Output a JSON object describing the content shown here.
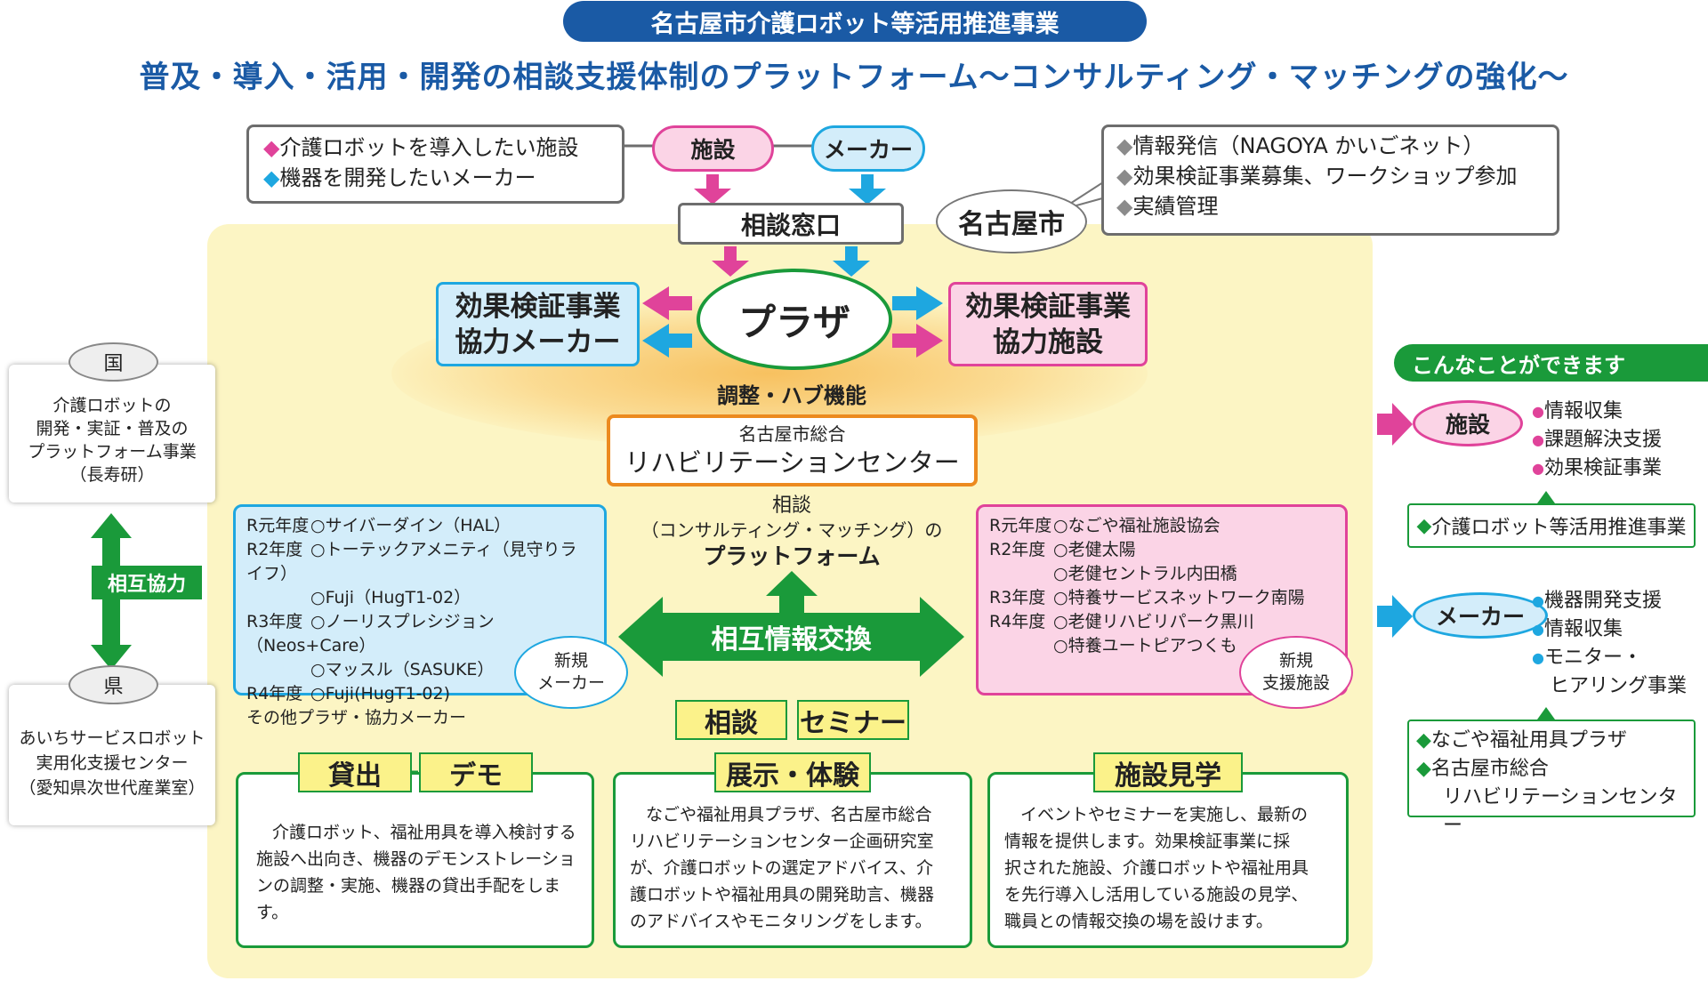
{
  "header": {
    "banner": "名古屋市介護ロボット等活用推進事業",
    "subtitle": "普及・導入・活用・開発の相談支援体制のプラットフォーム〜コンサルティング・マッチングの強化〜"
  },
  "top_left_box": {
    "items": [
      "介護ロボットを導入したい施設",
      "機器を開発したいメーカー"
    ]
  },
  "pills": {
    "facility": "施設",
    "maker": "メーカー"
  },
  "consult_window": "相談窓口",
  "nagoya_city": {
    "label": "名古屋市",
    "items": [
      "情報発信（NAGOYA かいごネット）",
      "効果検証事業募集、ワークショップ参加",
      "実績管理"
    ]
  },
  "plaza": "プラザ",
  "left_partner": [
    "効果検証事業",
    "協力メーカー"
  ],
  "right_partner": [
    "効果検証事業",
    "協力施設"
  ],
  "hub_label": "調整・ハブ機能",
  "rehab_center": {
    "line1": "名古屋市総合",
    "line2": "リハビリテーションセンター"
  },
  "platform": {
    "line1": "相談",
    "line2": "（コンサルティング・マッチング）の",
    "line3": "プラットフォーム"
  },
  "info_exchange": "相互情報交換",
  "maker_list": {
    "rows": [
      {
        "year": "R元年度",
        "text": "○サイバーダイン（HAL）"
      },
      {
        "year": "R2年度",
        "text": "○トーテックアメニティ（見守りライフ）"
      },
      {
        "year": "",
        "text": "○Fuji（HugT1-02）"
      },
      {
        "year": "R3年度",
        "text": "○ノーリスプレシジョン（Neos+Care）"
      },
      {
        "year": "",
        "text": "○マッスル（SASUKE）"
      },
      {
        "year": "R4年度",
        "text": "○Fuji(HugT1-02)"
      },
      {
        "year": "",
        "text": "その他プラザ・協力メーカー"
      }
    ],
    "tag": [
      "新規",
      "メーカー"
    ]
  },
  "facility_list": {
    "rows": [
      {
        "year": "R元年度",
        "text": "○なごや福祉施設協会"
      },
      {
        "year": "R2年度",
        "text": "○老健太陽"
      },
      {
        "year": "",
        "text": "○老健セントラル内田橋"
      },
      {
        "year": "R3年度",
        "text": "○特養サービスネットワーク南陽"
      },
      {
        "year": "R4年度",
        "text": "○老健リハビリパーク黒川"
      },
      {
        "year": "",
        "text": "○特養ユートピアつくも"
      }
    ],
    "tag": [
      "新規",
      "支援施設"
    ]
  },
  "national": {
    "badge": "国",
    "lines": [
      "介護ロボットの",
      "開発・実証・普及の",
      "プラットフォーム事業",
      "（長寿研）"
    ]
  },
  "mutual": "相互協力",
  "prefecture": {
    "badge": "県",
    "lines": [
      "あいちサービスロボット",
      "実用化支援センター",
      "（愛知県次世代産業室）"
    ]
  },
  "labels": {
    "consult": "相談",
    "seminar": "セミナー",
    "lend": "貸出",
    "demo": "デモ",
    "exhibit": "展示・体験",
    "visit": "施設見学"
  },
  "desc_lend": [
    "介護ロボット、福祉用具を導入検討する",
    "施設へ出向き、機器のデモンストレーショ",
    "ンの調整・実施、機器の貸出手配をします。"
  ],
  "desc_exhibit": [
    "なごや福祉用具プラザ、名古屋市総合",
    "リハビリテーションセンター企画研究室",
    "が、介護ロボットの選定アドバイス、介",
    "護ロボットや福祉用具の開発助言、機器",
    "のアドバイスやモニタリングをします。"
  ],
  "desc_visit": [
    "イベントやセミナーを実施し、最新の",
    "情報を提供します。効果検証事業に採",
    "択された施設、介護ロボットや福祉用具",
    "を先行導入し活用している施設の見学、",
    "職員との情報交換の場を設けます。"
  ],
  "right_panel": {
    "header": "こんなことができます",
    "facility_label": "施設",
    "facility_items": [
      "情報収集",
      "課題解決支援",
      "効果検証事業"
    ],
    "facility_source": "介護ロボット等活用推進事業",
    "maker_label": "メーカー",
    "maker_items": [
      "機器開発支援",
      "情報収集",
      "モニター・",
      "ヒアリング事業"
    ],
    "maker_source": [
      "なごや福祉用具プラザ",
      "名古屋市総合",
      "リハビリテーションセンター"
    ]
  },
  "colors": {
    "title_blue": "#1a5aa5",
    "pink": "#e0439a",
    "cyan": "#1ea7e0",
    "green": "#1a9a3a",
    "panel": "#fcf5c4",
    "orange": "#ec8a1f"
  }
}
